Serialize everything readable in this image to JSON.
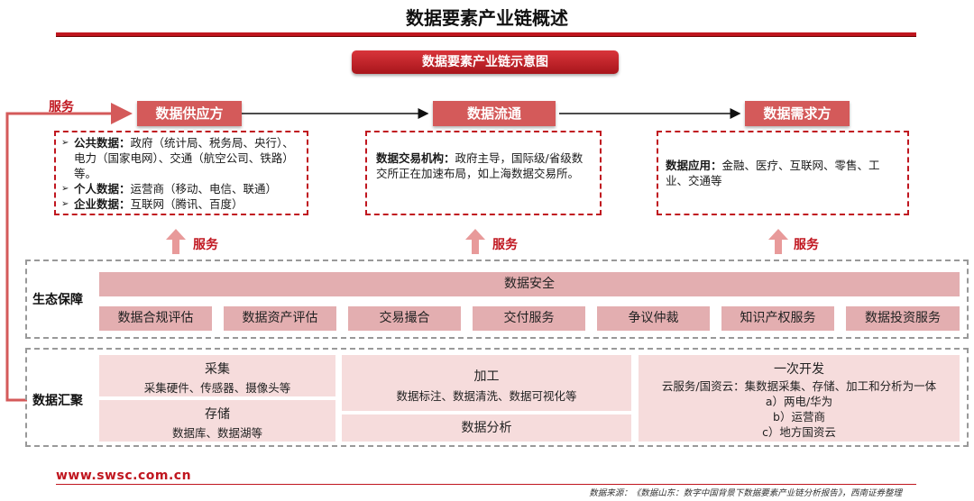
{
  "title": "数据要素产业链概述",
  "banner": "数据要素产业链示意图",
  "nodes": {
    "supply": "数据供应方",
    "circulation": "数据流通",
    "demand": "数据需求方"
  },
  "serve_label": "服务",
  "supply_box": {
    "item1_label": "公共数据：",
    "item1_text": "政府（统计局、税务局、央行）、电力（国家电网）、交通（航空公司、铁路）等。",
    "item2_label": "个人数据：",
    "item2_text": "运营商（移动、电信、联通）",
    "item3_label": "企业数据：",
    "item3_text": "互联网（腾讯、百度）"
  },
  "circulation_box": {
    "label": "数据交易机构：",
    "text": "政府主导，国际级/省级数交所正在加速布局，如上海数据交易所。"
  },
  "demand_box": {
    "label": "数据应用：",
    "text": "金融、医疗、互联网、零售、工业、交通等"
  },
  "eco": {
    "label": "生态保障",
    "security": "数据安全",
    "services": [
      "数据合规评估",
      "数据资产评估",
      "交易撮合",
      "交付服务",
      "争议仲裁",
      "知识产权服务",
      "数据投资服务"
    ]
  },
  "collect": {
    "label": "数据汇聚",
    "acquire_title": "采集",
    "acquire_sub": "采集硬件、传感器、摄像头等",
    "store_title": "存储",
    "store_sub": "数据库、数据湖等",
    "process_title": "加工",
    "process_sub": "数据标注、数据清洗、数据可视化等",
    "analysis": "数据分析",
    "primary_title": "一次开发",
    "primary_line1": "云服务/国资云：集数据采集、存储、加工和分析为一体",
    "primary_line2": "a）两电/华为",
    "primary_line3": "b）运营商",
    "primary_line4": "c）地方国资云"
  },
  "footer": {
    "url": "www.swsc.com.cn",
    "source": "数据来源：《数据山东：数字中国背景下数据要素产业链分析报告》，西南证券整理"
  },
  "colors": {
    "accent": "#c0161f",
    "node": "#d45a5a",
    "pink_bar": "#e3aeb0",
    "light_pink": "#f6dcdc"
  }
}
